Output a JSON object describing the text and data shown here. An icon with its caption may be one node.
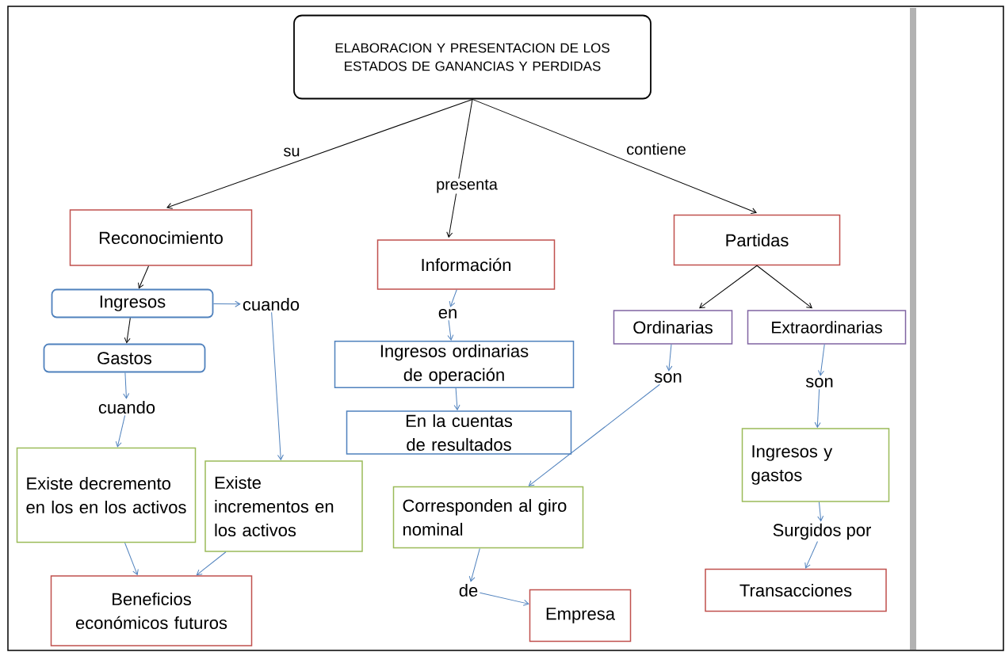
{
  "diagram": {
    "nodes": [
      {
        "text": [
          "ELABORACION Y PRESENTACION DE LOS ESTADOS DE GANANCIAS Y PERDIDAS"
        ]
      },
      {
        "text": [
          "Reconocimiento"
        ]
      },
      {
        "text": [
          "Información"
        ]
      },
      {
        "text": [
          "Partidas"
        ]
      },
      {
        "text": [
          "Ingresos"
        ]
      },
      {
        "text": [
          "cuando"
        ]
      },
      {
        "text": [
          "Gastos"
        ]
      },
      {
        "text": [
          "cuando"
        ]
      },
      {
        "text": [
          "Existe decremento en los en los activos"
        ]
      },
      {
        "text": [
          "Existe incrementos en los activos"
        ]
      },
      {
        "text": [
          "Beneficios económicos futuros"
        ]
      },
      {
        "text": [
          "en"
        ]
      },
      {
        "text": [
          "Ingresos ordinarias de operación"
        ]
      },
      {
        "text": [
          "En la cuentas de resultados"
        ]
      },
      {
        "text": [
          "Ordinarias"
        ]
      },
      {
        "text": [
          "Extraordinarias"
        ]
      },
      {
        "text": [
          "son"
        ]
      },
      {
        "text": [
          "son"
        ]
      },
      {
        "text": [
          "Corresponden al giro nominal"
        ]
      },
      {
        "text": [
          "Ingresos  y gastos"
        ]
      },
      {
        "text": [
          "de"
        ]
      },
      {
        "text": [
          "Empresa"
        ]
      },
      {
        "text": [
          "Surgidos por"
        ]
      },
      {
        "text": [
          "Transacciones"
        ]
      }
    ],
    "edges": [
      {
        "from": 0,
        "to": 1,
        "arrow": "to",
        "label": "su",
        "color": "#000000"
      },
      {
        "from": 0,
        "to": 2,
        "arrow": "to",
        "label": "presenta",
        "color": "#000000"
      },
      {
        "from": 0,
        "to": 3,
        "arrow": "to",
        "label": "contiene",
        "color": "#000000"
      },
      {
        "from": 1,
        "to": 4,
        "arrow": "to",
        "color": "#000000"
      },
      {
        "from": 4,
        "to": 6,
        "arrow": "to",
        "color": "#000000"
      },
      {
        "from": 4,
        "to": 5,
        "arrow": "to"
      },
      {
        "from": 5,
        "to": 9,
        "arrow": "to"
      },
      {
        "from": 6,
        "to": 7,
        "arrow": "to"
      },
      {
        "from": 7,
        "to": 8,
        "arrow": "to"
      },
      {
        "from": 8,
        "to": 10,
        "arrow": "to"
      },
      {
        "from": 9,
        "to": 10,
        "arrow": "to"
      },
      {
        "from": 2,
        "to": 11,
        "arrow": "to"
      },
      {
        "from": 11,
        "to": 12,
        "arrow": "to"
      },
      {
        "from": 12,
        "to": 13,
        "arrow": "to"
      },
      {
        "from": 3,
        "to": 14,
        "arrow": "to",
        "color": "#000000"
      },
      {
        "from": 3,
        "to": 15,
        "arrow": "to",
        "color": "#000000"
      },
      {
        "from": 14,
        "to": 16,
        "arrow": "to"
      },
      {
        "from": 16,
        "to": 18,
        "arrow": "to"
      },
      {
        "from": 15,
        "to": 17,
        "arrow": "to"
      },
      {
        "from": 17,
        "to": 19,
        "arrow": "to"
      },
      {
        "from": 18,
        "to": 20,
        "arrow": "to"
      },
      {
        "from": 20,
        "to": 21,
        "arrow": "to"
      },
      {
        "from": 19,
        "to": 22,
        "arrow": "to"
      },
      {
        "from": 22,
        "to": 23,
        "arrow": "to"
      }
    ]
  }
}
